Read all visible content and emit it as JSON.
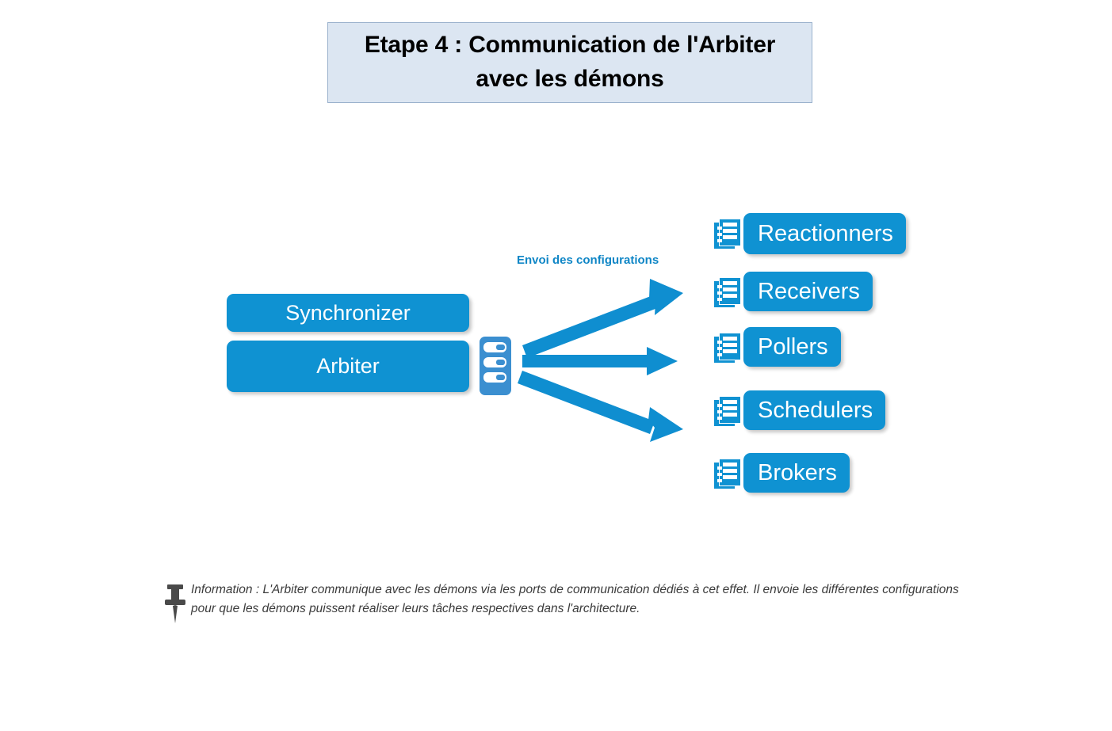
{
  "title": {
    "text": "Etape 4 : Communication de l'Arbiter avec les démons",
    "bg_color": "#dce6f2",
    "border_color": "#9bb2cd"
  },
  "palette": {
    "node_blue": "#0f92d2",
    "arrow_blue": "#0f8ed0",
    "server_icon_blue": "#3b8fd0",
    "label_blue": "#0f86c6",
    "text_gray": "#3b3b3b"
  },
  "left_column": {
    "synchronizer": {
      "label": "Synchronizer"
    },
    "arbiter": {
      "label": "Arbiter"
    },
    "server_icon_name": "server-icon"
  },
  "flow": {
    "label": "Envoi des configurations",
    "arrow_count": 3
  },
  "daemons": [
    {
      "label": "Reactionners",
      "icon": "stacked-servers-icon"
    },
    {
      "label": "Receivers",
      "icon": "stacked-servers-icon"
    },
    {
      "label": "Pollers",
      "icon": "stacked-servers-icon"
    },
    {
      "label": "Schedulers",
      "icon": "stacked-servers-icon"
    },
    {
      "label": "Brokers",
      "icon": "stacked-servers-icon"
    }
  ],
  "footer": {
    "icon": "pushpin-icon",
    "text": "Information : L'Arbiter communique avec les démons via les ports de communication dédiés à cet effet. Il envoie les différentes configurations pour que les démons puissent réaliser leurs tâches respectives dans l'architecture."
  }
}
